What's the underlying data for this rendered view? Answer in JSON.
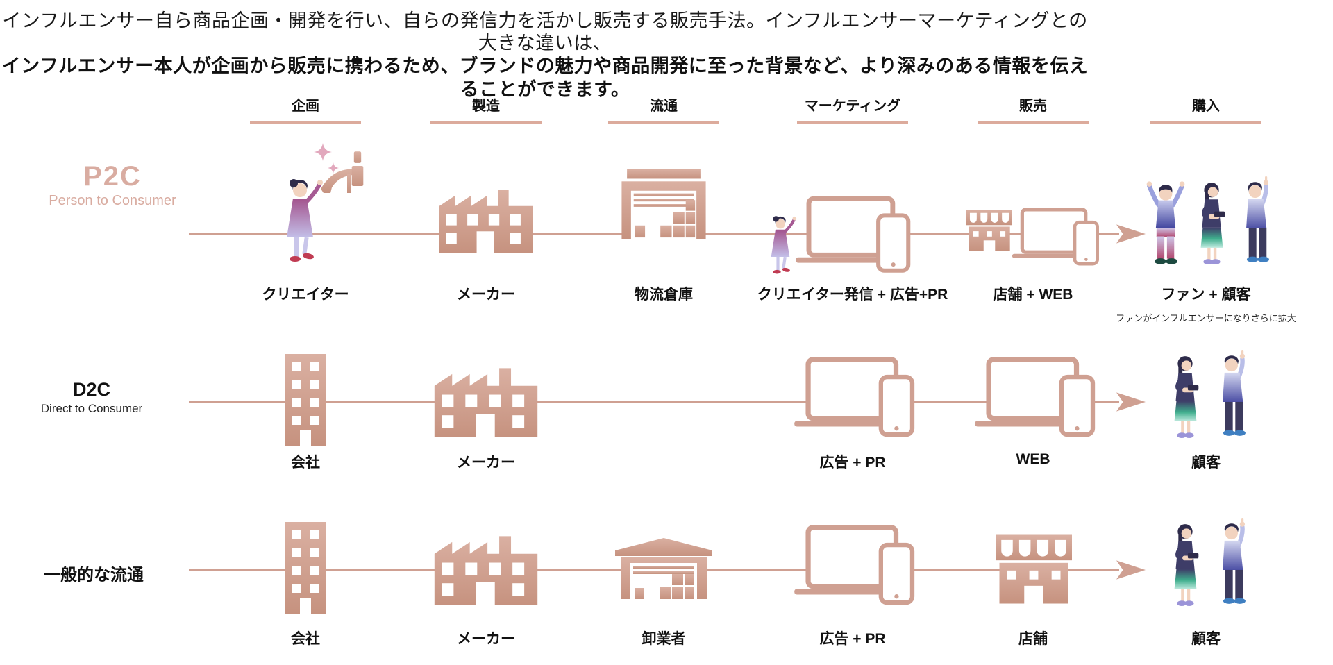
{
  "header": {
    "line1": "インフルエンサー自ら商品企画・開発を行い、自らの発信力を活かし販売する販売手法。インフルエンサーマーケティングとの大きな違いは、",
    "line2": "インフルエンサー本人が企画から販売に携わるため、ブランドの魅力や商品開発に至った背景など、より深みのある情報を伝えることができます。"
  },
  "columns": [
    "企画",
    "製造",
    "流通",
    "マーケティング",
    "販売",
    "購入"
  ],
  "rows": {
    "p2c": {
      "title": "P2C",
      "subtitle": "Person to Consumer",
      "labels": {
        "planning": "クリエイター",
        "manufacturing": "メーカー",
        "distribution": "物流倉庫",
        "marketing": "クリエイター発信 + 広告+PR",
        "sales": "店舗 + WEB",
        "purchase": "ファン + 顧客"
      },
      "note": "ファンがインフルエンサーになりさらに拡大"
    },
    "d2c": {
      "title": "D2C",
      "subtitle": "Direct to Consumer",
      "labels": {
        "planning": "会社",
        "manufacturing": "メーカー",
        "marketing": "広告 + PR",
        "sales": "WEB",
        "purchase": "顧客"
      }
    },
    "general": {
      "title": "一般的な流通",
      "labels": {
        "planning": "会社",
        "manufacturing": "メーカー",
        "distribution": "卸業者",
        "marketing": "広告 + PR",
        "sales": "店舗",
        "purchase": "顧客"
      }
    }
  },
  "icon_names": [
    "creator-icon",
    "sparkle-icon",
    "cosmetics-icon",
    "factory-icon",
    "warehouse-icon",
    "creator-devices-icon",
    "storefront-devices-icon",
    "fans-icon",
    "company-icon",
    "devices-icon",
    "storefront-icon",
    "customers-icon",
    "arrow-icon"
  ],
  "colors": {
    "accent_rose": "#cfa092",
    "accent_rose_light": "#ddb2a3",
    "underline": "#dcab9c",
    "p2c_pink": "#d9aca1",
    "text": "#111111",
    "people_navy": "#3e3d68",
    "people_blue": "#4347a0",
    "people_teal": "#3fae8d",
    "people_pink": "#b2486f",
    "people_purple": "#a3538d"
  }
}
